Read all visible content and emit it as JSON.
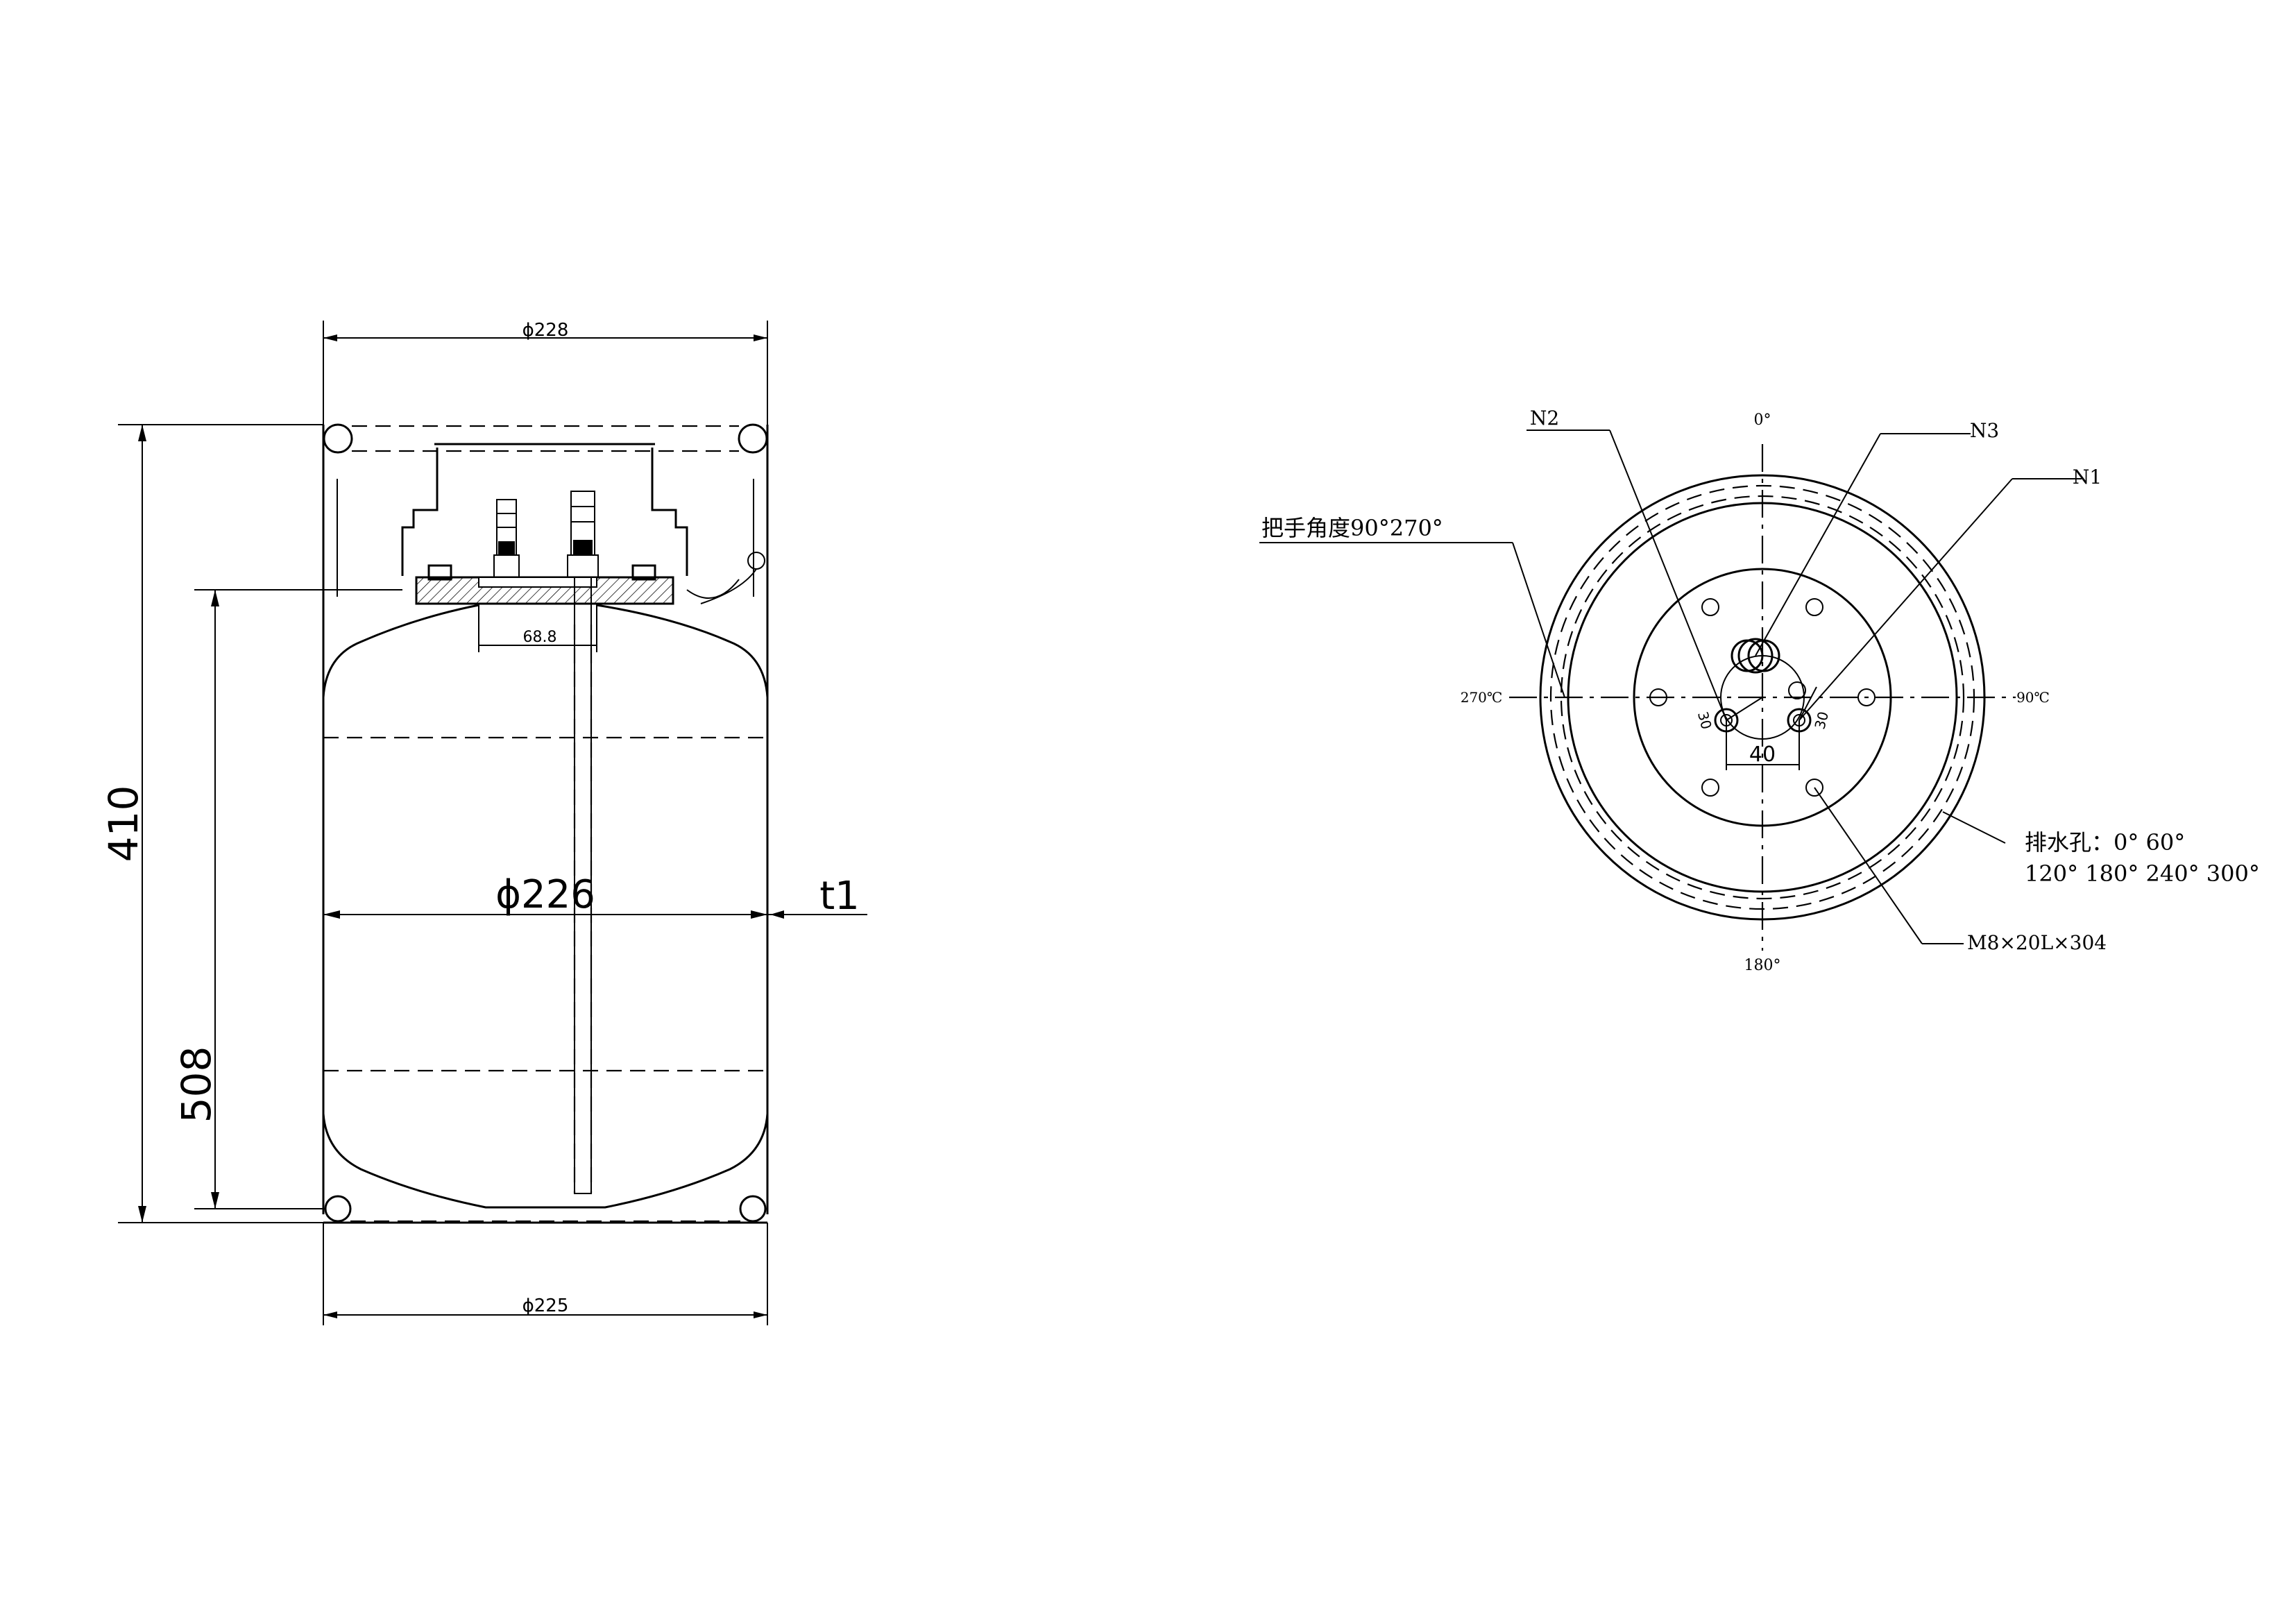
{
  "side_view": {
    "dim_top_diameter": "ϕ228",
    "dim_bottom_diameter": "ϕ225",
    "dim_body_diameter": "ϕ226",
    "dim_thickness": "t1",
    "dim_overall_height": "410",
    "dim_body_height": "508",
    "dim_flange": "68.8"
  },
  "top_view": {
    "label_n1": "N1",
    "label_n2": "N2",
    "label_n3": "N3",
    "angle_0": "0°",
    "angle_90": "90℃",
    "angle_180": "180°",
    "angle_270": "270℃",
    "handle_angle_note": "把手角度90°270°",
    "drain_note_line1": "排水孔：0° 60°",
    "drain_note_line2": "120° 180° 240° 300°",
    "bolt_note": "M8×20L×304",
    "dim_spacing": "40",
    "dim_angle_left": "30",
    "dim_angle_right": "30"
  }
}
